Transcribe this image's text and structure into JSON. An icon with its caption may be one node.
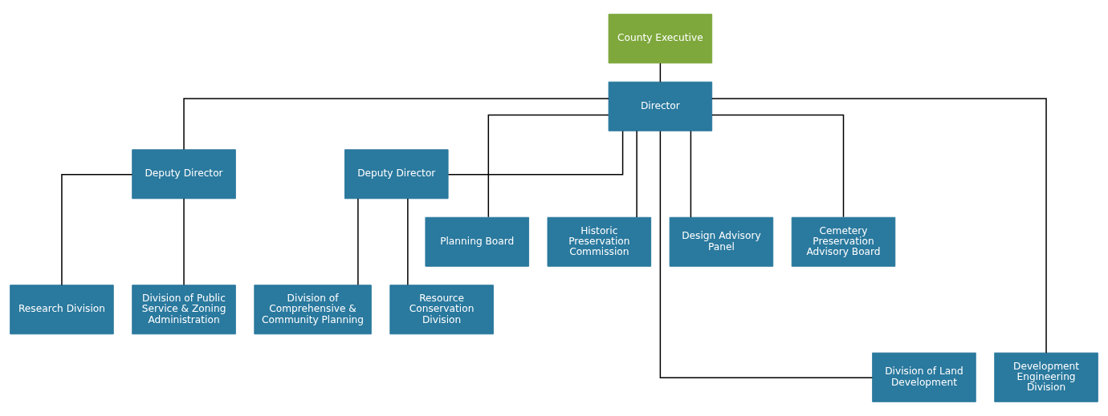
{
  "diagram": {
    "nodes": [
      {
        "text": [
          "County Executive"
        ]
      },
      {
        "text": [
          "Director"
        ]
      },
      {
        "text": [
          "Deputy Director"
        ]
      },
      {
        "text": [
          "Deputy Director"
        ]
      },
      {
        "text": [
          "Planning Board"
        ]
      },
      {
        "text": [
          "Historic Preservation Commission"
        ]
      },
      {
        "text": [
          "Design Advisory Panel"
        ]
      },
      {
        "text": [
          "Cemetery Preservation Advisory Board"
        ]
      },
      {
        "text": [
          "Research Division"
        ]
      },
      {
        "text": [
          "Division of Public Service & Zoning Administration"
        ]
      },
      {
        "text": [
          "Division of Comprehensive & Community Planning"
        ]
      },
      {
        "text": [
          "Resource Conservation Division"
        ]
      },
      {
        "text": [
          "Division of Land Development"
        ]
      },
      {
        "text": [
          "Development Engineering Division"
        ]
      }
    ],
    "edges": [
      {
        "from": 0,
        "to": 1,
        "arrow": "none"
      },
      {
        "from": 1,
        "to": 2,
        "arrow": "none"
      },
      {
        "from": 1,
        "to": 3,
        "arrow": "none"
      },
      {
        "from": 1,
        "to": 4,
        "arrow": "none"
      },
      {
        "from": 1,
        "to": 5,
        "arrow": "none"
      },
      {
        "from": 1,
        "to": 6,
        "arrow": "none"
      },
      {
        "from": 1,
        "to": 7,
        "arrow": "none"
      },
      {
        "from": 1,
        "to": 12,
        "arrow": "none"
      },
      {
        "from": 1,
        "to": 13,
        "arrow": "none"
      },
      {
        "from": 2,
        "to": 8,
        "arrow": "none"
      },
      {
        "from": 2,
        "to": 9,
        "arrow": "none"
      },
      {
        "from": 3,
        "to": 10,
        "arrow": "none"
      },
      {
        "from": 3,
        "to": 11,
        "arrow": "none"
      }
    ]
  }
}
